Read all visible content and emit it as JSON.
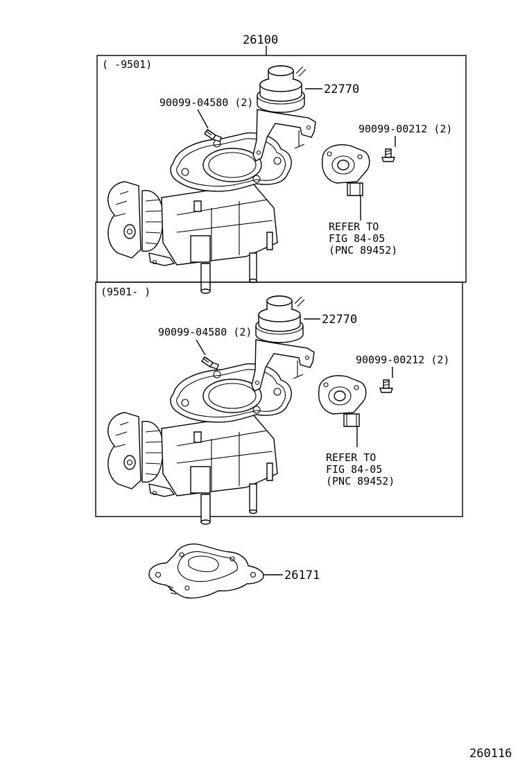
{
  "main_part_number": "26100",
  "diagram_id": "260116",
  "panels": [
    {
      "range_label": "(      -9501)",
      "vacuum_unit_number": "22770",
      "screw_left": "90099-04580 (2)",
      "screw_right": "90099-00212 (2)",
      "refer_line1": "REFER TO",
      "refer_line2": "FIG 84-05",
      "refer_line3": "(PNC 89452)"
    },
    {
      "range_label": "(9501-      )",
      "vacuum_unit_number": "22770",
      "screw_left": "90099-04580 (2)",
      "screw_right": "90099-00212 (2)",
      "refer_line1": "REFER TO",
      "refer_line2": "FIG 84-05",
      "refer_line3": "(PNC 89452)"
    }
  ],
  "gasket_number": "26171"
}
